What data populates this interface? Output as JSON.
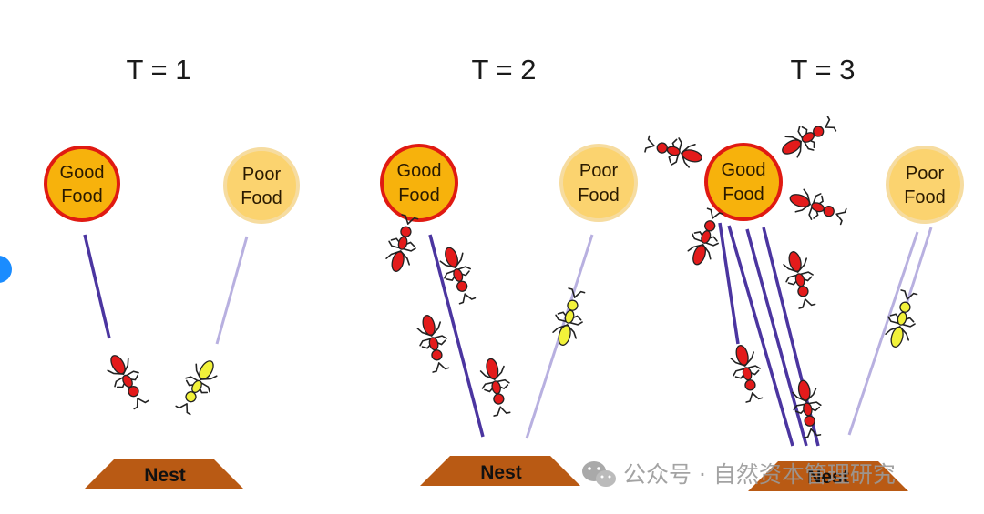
{
  "panels": [
    {
      "time_label": "T = 1",
      "good_food": [
        "Good",
        "Food"
      ],
      "poor_food": [
        "Poor",
        "Food"
      ],
      "nest": "Nest"
    },
    {
      "time_label": "T = 2",
      "good_food": [
        "Good",
        "Food"
      ],
      "poor_food": [
        "Poor",
        "Food"
      ],
      "nest": "Nest"
    },
    {
      "time_label": "T = 3",
      "good_food": [
        "Good",
        "Food"
      ],
      "poor_food": [
        "Poor",
        "Food"
      ],
      "nest": "Nest"
    }
  ],
  "watermark": "公众号 · 自然资本管理研究",
  "colors": {
    "good_food_fill": "#f7b20c",
    "good_food_border": "#e01a12",
    "poor_food_fill": "#fbd36f",
    "poor_food_border": "#f6dca0",
    "nest": "#b95a14",
    "strong_trail": "#4b35a0",
    "weak_trail": "#b8b0e0",
    "red_ant": "#e31b1b",
    "yellow_ant": "#f2f23a",
    "left_edge_dot": "#1a8cff"
  }
}
